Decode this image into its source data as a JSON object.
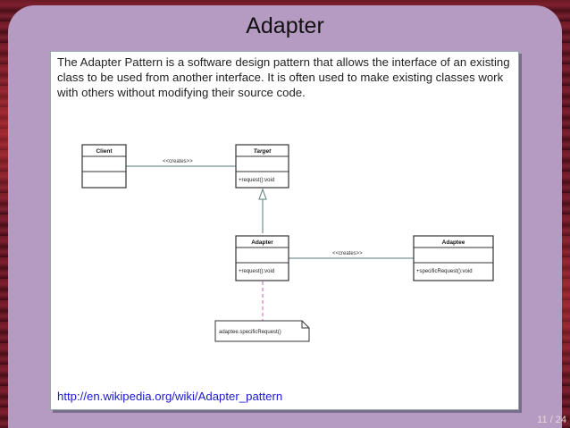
{
  "slide": {
    "title": "Adapter",
    "description": "The Adapter Pattern is a software design pattern that allows the interface of an existing class to be used from another interface. It is often used to make existing classes work with others without modifying their source code.",
    "link": "http://en.wikipedia.org/wiki/Adapter_pattern",
    "page_number": "11 / 24"
  },
  "diagram": {
    "classes": {
      "client": {
        "name": "Client"
      },
      "target": {
        "name": "Target",
        "operation": "+request():void"
      },
      "adapter": {
        "name": "Adapter",
        "operation": "+request():void"
      },
      "adaptee": {
        "name": "Adaptee",
        "operation": "+specificRequest():void"
      }
    },
    "associations": {
      "client_target": "<<creates>>",
      "adapter_adaptee": "<<creates>>"
    },
    "note": "adaptee.specificRequest()"
  },
  "colors": {
    "background": "#5a1520",
    "frame": "#b59ac2",
    "link": "#1a1ad0",
    "uml_border": "#333333",
    "uml_line": "#5a7a7a",
    "note_line": "#c060c0"
  }
}
